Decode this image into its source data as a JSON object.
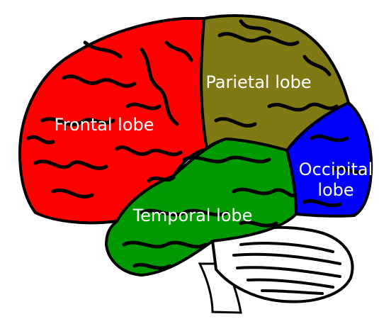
{
  "diagram": {
    "labels": {
      "frontal": "Frontal lobe",
      "parietal": "Parietal lobe",
      "occipital_line1": "Occipital",
      "occipital_line2": "lobe",
      "temporal": "Temporal lobe"
    },
    "colors": {
      "frontal": "#ff0000",
      "parietal": "#807a14",
      "occipital": "#0000ff",
      "temporal": "#009900",
      "outline": "#000000",
      "background": "#ffffff"
    }
  }
}
